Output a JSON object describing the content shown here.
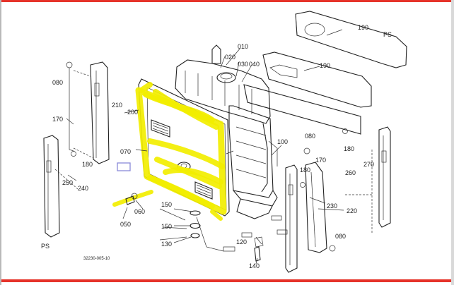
{
  "diagram": {
    "ps_top": "PS",
    "ps_bottom": "PS",
    "drawing_code": "32230-005-10",
    "highlight_color": "#f2ee00",
    "frame_color": "#e6332a",
    "selection_box_color": "#8a8ad8",
    "callouts": {
      "c010": "010",
      "c020": "020",
      "c030": "030",
      "c040": "040",
      "c050": "050",
      "c060": "060",
      "c070": "070",
      "c080a": "080",
      "c080b": "080",
      "c080c": "080",
      "c100": "100",
      "c120": "120",
      "c130": "130",
      "c140": "140",
      "c150a": "150",
      "c150b": "150",
      "c170a": "170",
      "c170b": "170",
      "c180a": "180",
      "c180b": "180",
      "c180c": "180",
      "c190a": "190",
      "c190b": "190",
      "c200": "200",
      "c210": "210",
      "c220": "220",
      "c230": "230",
      "c240": "240",
      "c250": "250",
      "c260": "260",
      "c270": "270"
    }
  }
}
